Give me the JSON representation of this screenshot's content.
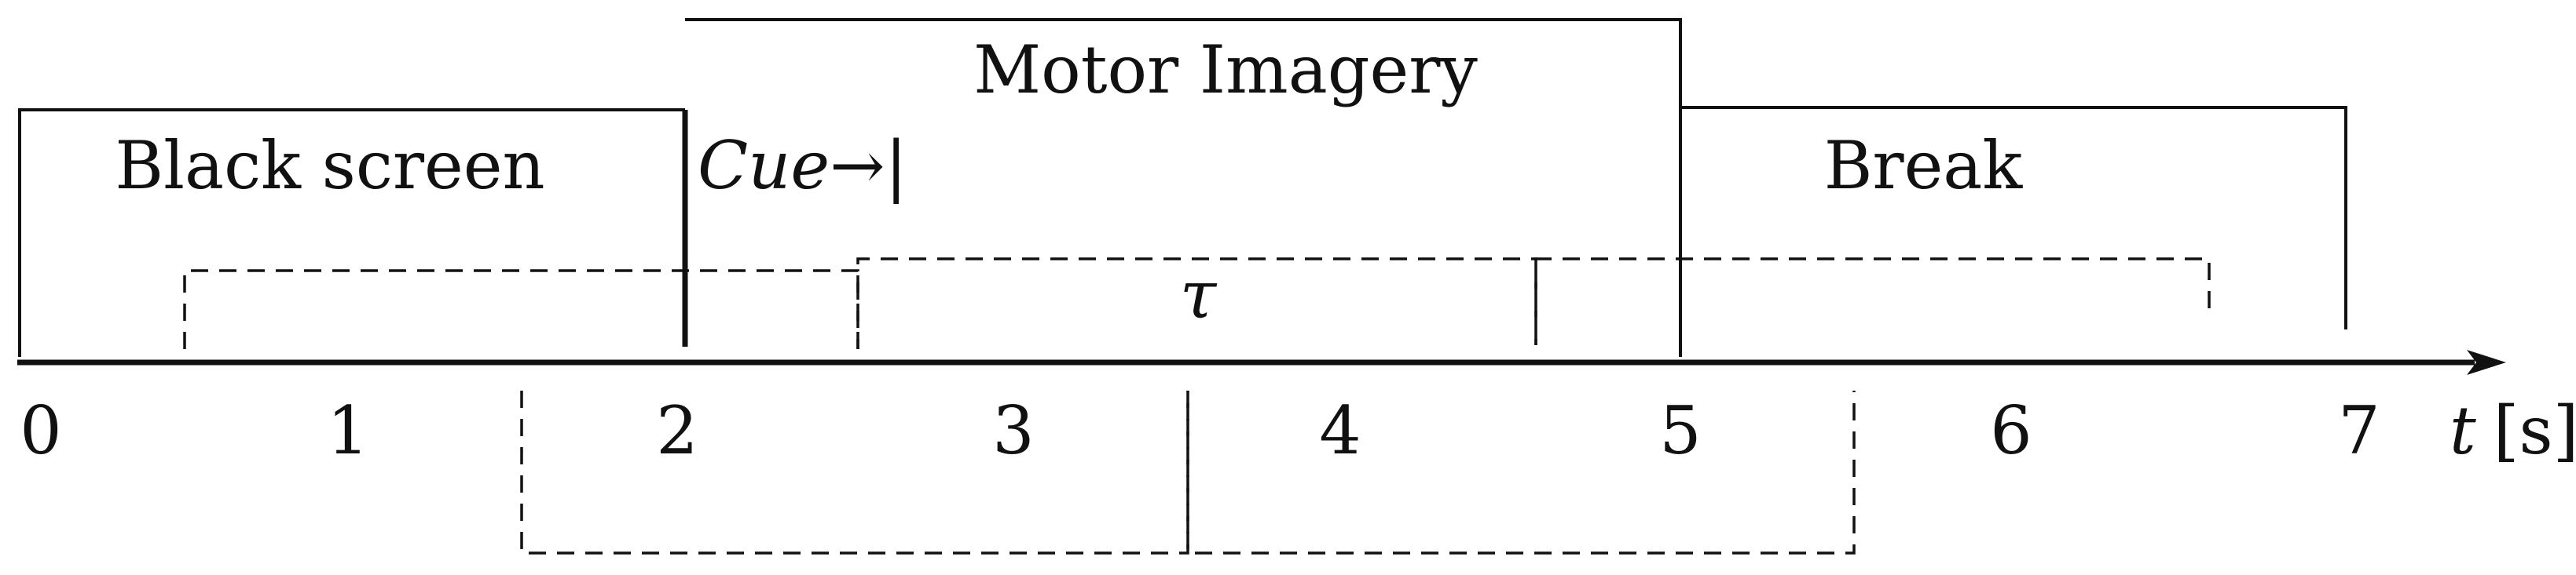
{
  "diagram": {
    "phases": {
      "black_screen": "Black screen",
      "motor_imagery": "Motor Imagery",
      "break": "Break"
    },
    "cue": {
      "label": "Cue",
      "arrow": "→|"
    },
    "window_label": "τ",
    "axis": {
      "ticks": [
        "0",
        "1",
        "2",
        "3",
        "4",
        "5",
        "6",
        "7"
      ],
      "variable": "t",
      "unit": "[s]"
    }
  }
}
